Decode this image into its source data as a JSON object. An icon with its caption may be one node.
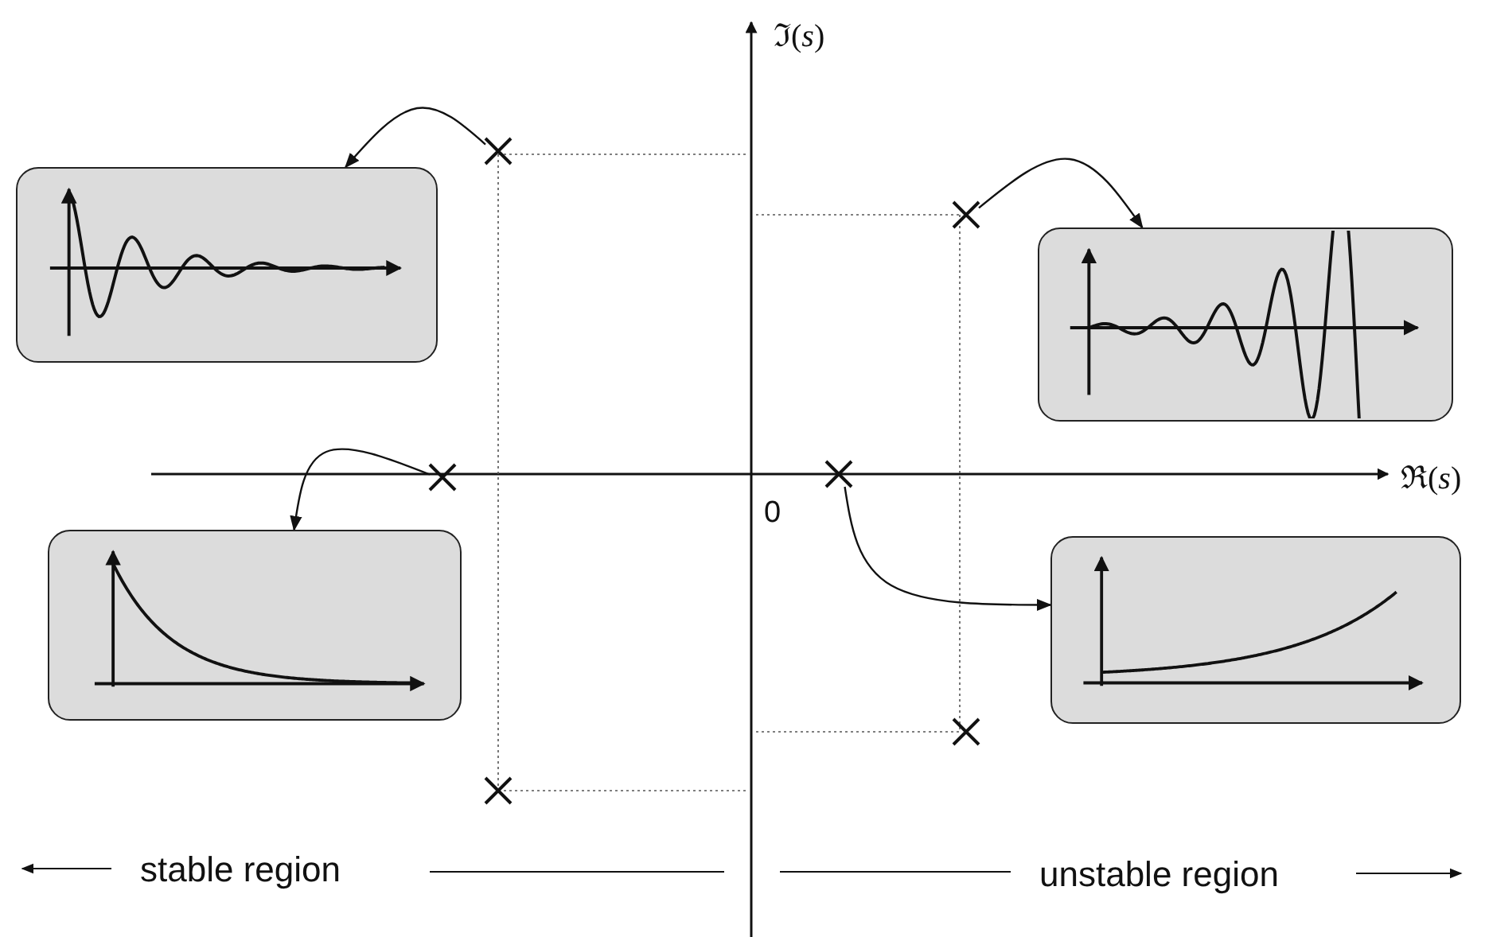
{
  "diagram": {
    "nodes": [
      {
        "text": [],
        "shape": "picture"
      },
      {
        "text": [],
        "shape": "cross"
      },
      {
        "text": [],
        "shape": "cross"
      },
      {
        "text": [],
        "shape": "picture"
      },
      {
        "text": [],
        "shape": "cross"
      },
      {
        "text": [],
        "shape": "cross"
      },
      {
        "text": [],
        "shape": "picture"
      },
      {
        "text": [],
        "shape": "picture"
      },
      {
        "text": [],
        "shape": "cross"
      },
      {
        "text": [],
        "shape": "cross"
      }
    ],
    "edges": [
      {
        "from": 1,
        "to": 0,
        "arrow": "to"
      },
      {
        "from": 2,
        "to": 3,
        "arrow": "to"
      },
      {
        "from": 4,
        "to": 6,
        "arrow": "to"
      },
      {
        "from": 5,
        "to": 7,
        "arrow": "to"
      }
    ],
    "labels": [
      "ℑ(*s*)",
      "ℜ(*s*)",
      "0",
      "stable region",
      "unstable region"
    ]
  }
}
